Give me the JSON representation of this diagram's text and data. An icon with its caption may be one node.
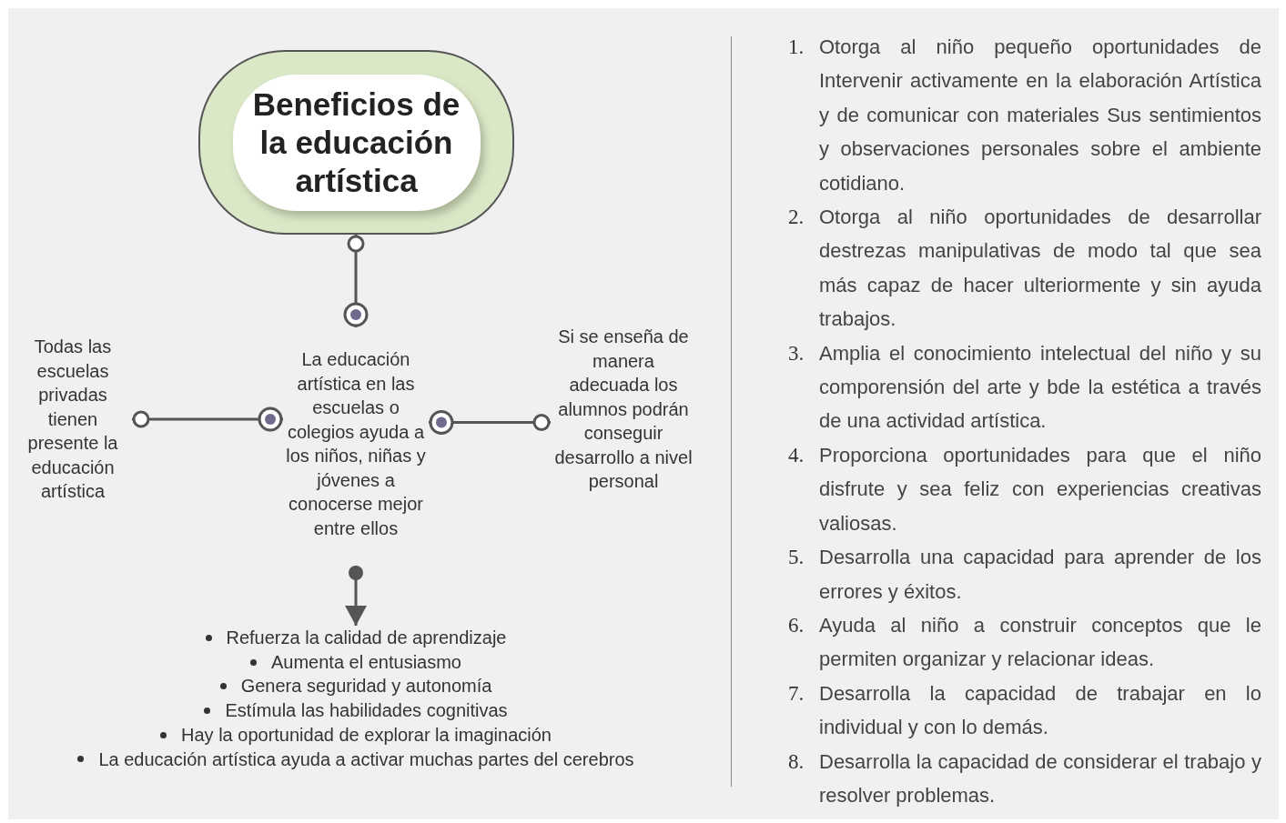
{
  "diagram": {
    "nodes": [
      {
        "text": [
          "Beneficios de la educación artística"
        ]
      },
      {
        "text": [
          "La educación artística en las escuelas o colegios ayuda a los niños, niñas y jóvenes a conocerse mejor entre ellos"
        ]
      },
      {
        "text": [
          "Todas las escuelas privadas tienen presente la educación artística"
        ]
      },
      {
        "text": [
          "Si se enseña de manera adecuada los alumnos podrán conseguir desarrollo a nivel personal"
        ]
      },
      {
        "text": [
          "Refuerza la calidad de aprendizaje",
          "Aumenta el entusiasmo",
          "Genera seguridad y autonomía",
          "Estímula las habilidades cognitivas",
          "Hay la oportunidad de explorar la imaginación",
          "La educación artística ayuda a activar muchas partes del cerebros"
        ]
      }
    ],
    "edges": [
      {
        "from": 0,
        "to": 1,
        "arrow": "other"
      },
      {
        "from": 2,
        "to": 1,
        "arrow": "other"
      },
      {
        "from": 3,
        "to": 1,
        "arrow": "other"
      },
      {
        "from": 1,
        "to": 4,
        "arrow": "to"
      }
    ],
    "labels": [
      "1.",
      "Otorga al niño pequeño oportunidades de Intervenir activamente en la elaboración Artística y de comunicar con materiales Sus sentimientos y observaciones personales sobre el ambiente cotidiano.",
      "2.",
      "Otorga al niño oportunidades de desarrollar destrezas manipulativas de modo tal que sea más capaz de hacer ulteriormente y sin ayuda trabajos.",
      "3.",
      "Amplia el conocimiento intelectual del niño y su comporensión del arte y bde la estética a través de una actividad artística.",
      "4.",
      "Proporciona oportunidades para que el niño disfrute y sea feliz con experiencias creativas valiosas.",
      "5.",
      "Desarrolla una capacidad para aprender de los errores y éxitos.",
      "6.",
      "Ayuda al niño a construir conceptos que le permiten organizar y relacionar ideas.",
      "7.",
      "Desarrolla la capacidad de trabajar en lo individual y con lo demás.",
      "8.",
      "Desarrolla la capacidad de considerar el trabajo y resolver problemas."
    ]
  }
}
